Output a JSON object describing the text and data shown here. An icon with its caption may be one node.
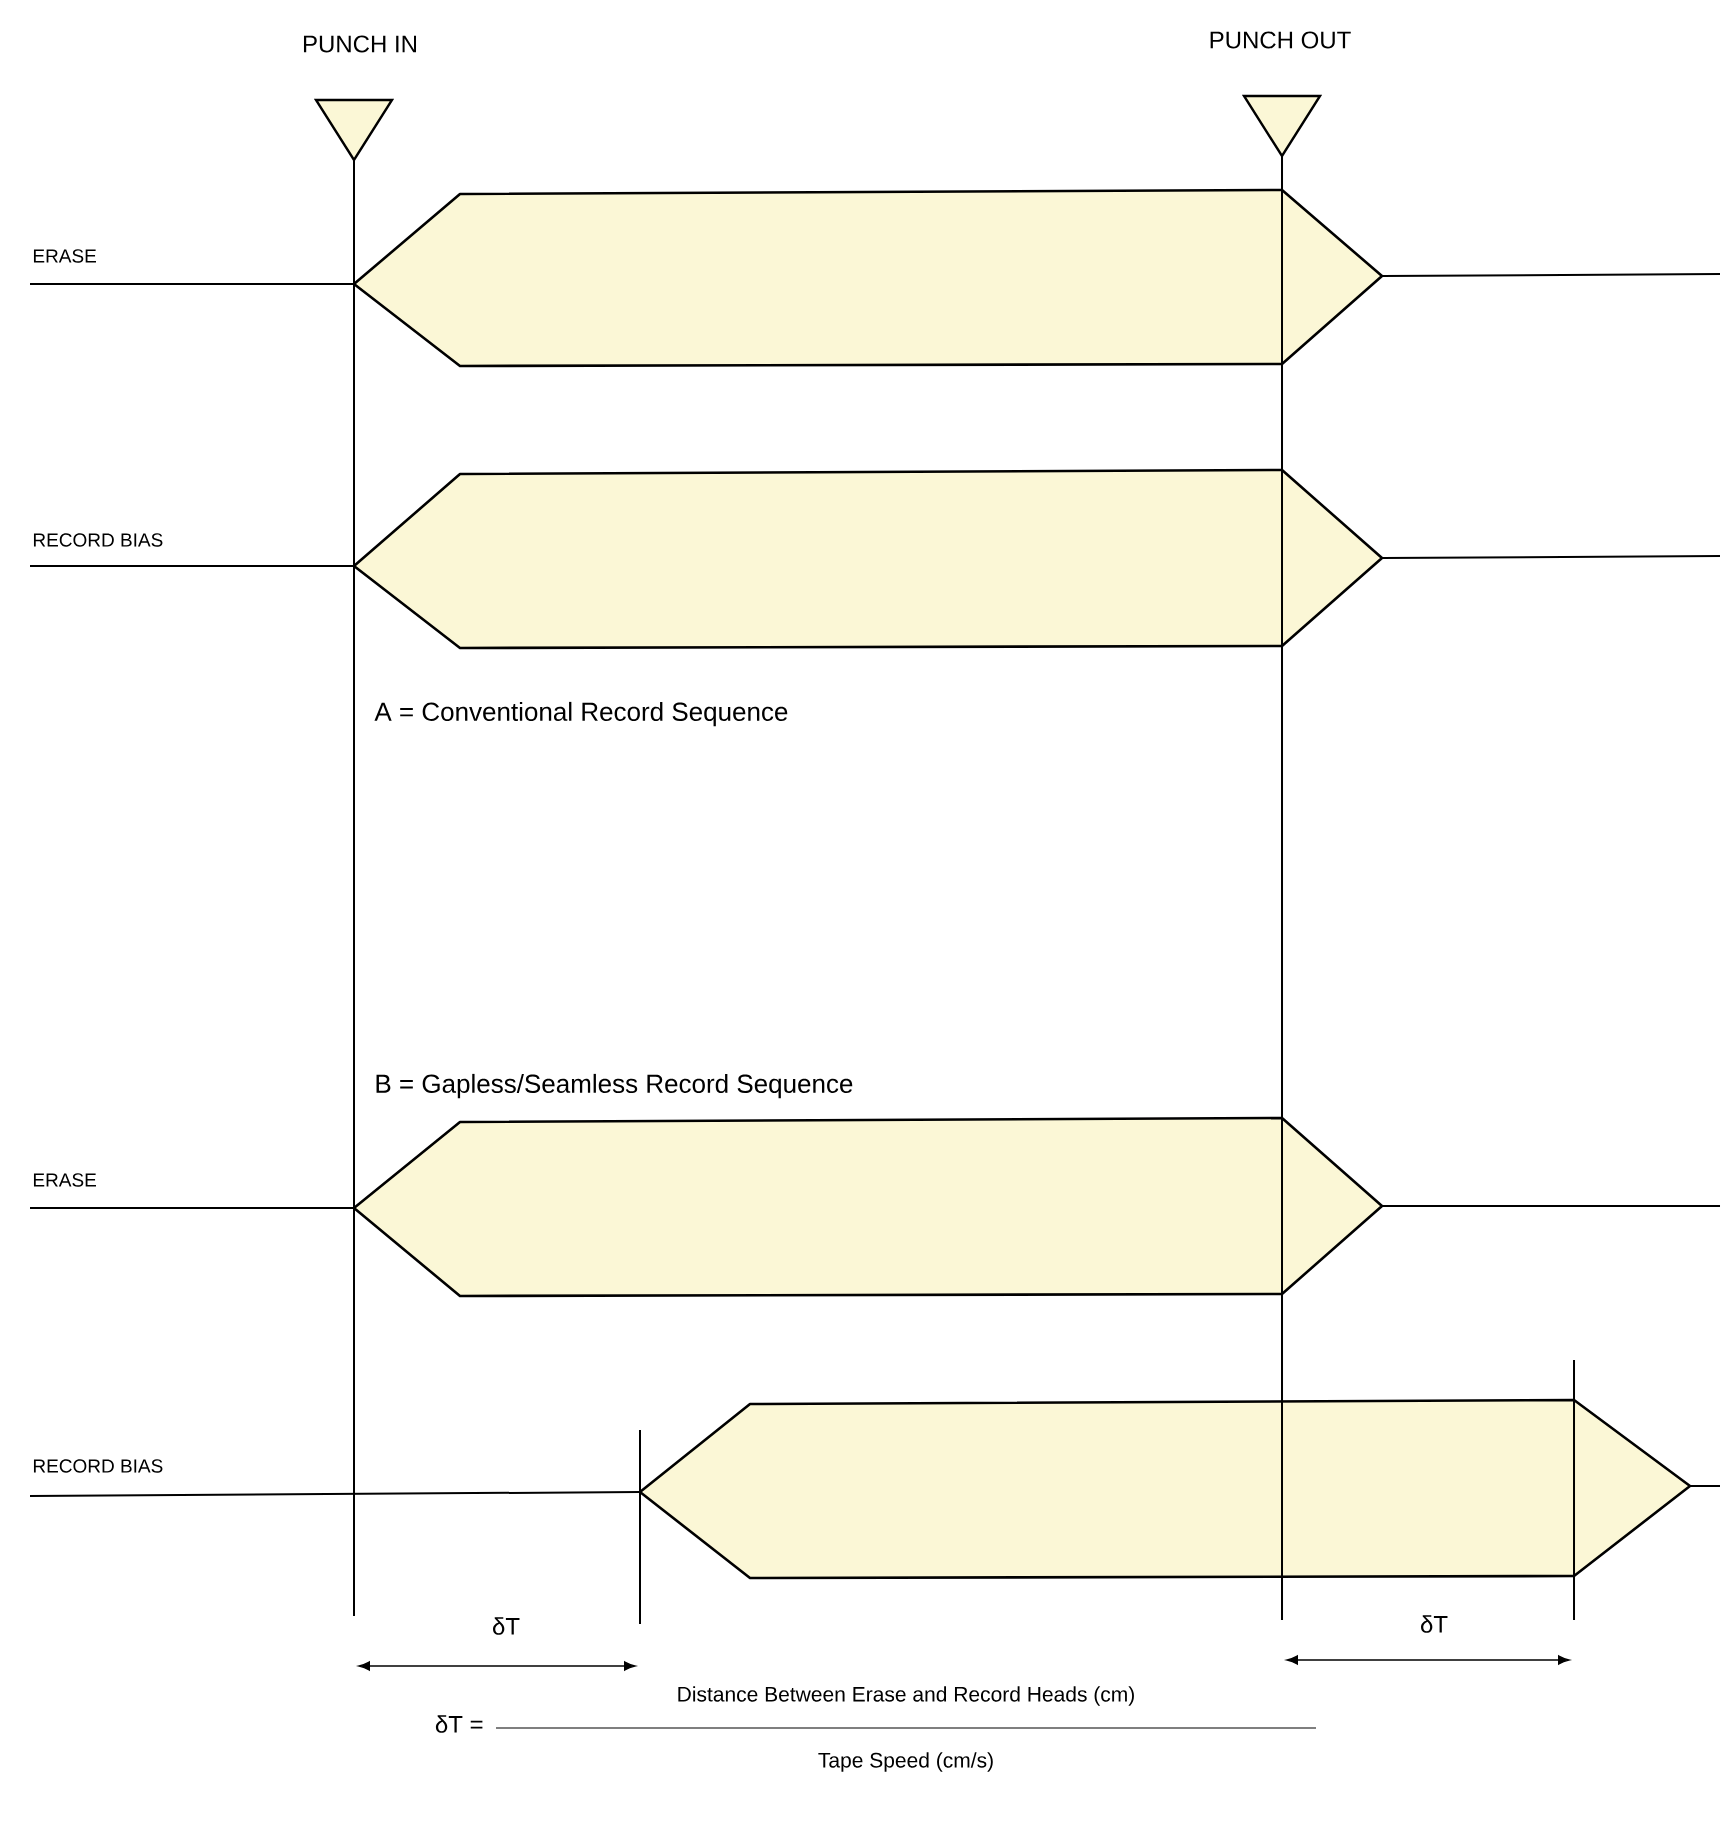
{
  "diagram": {
    "labels": [
      "PUNCH IN",
      "PUNCH OUT",
      "ERASE",
      "RECORD BIAS",
      "A = Conventional Record Sequence",
      "B = Gapless/Seamless Record Sequence",
      "ERASE",
      "RECORD BIAS",
      "δT",
      "δT",
      "δT =",
      "Distance Between Erase and Record Heads (cm)",
      "Tape Speed (cm/s)"
    ]
  }
}
